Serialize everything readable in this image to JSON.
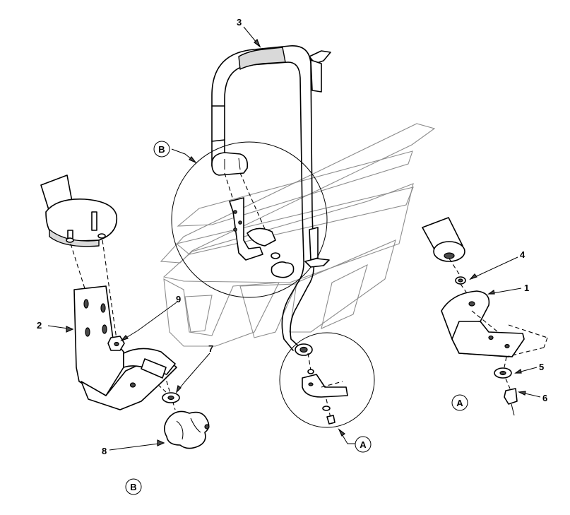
{
  "diagram": {
    "callouts": {
      "c1": "1",
      "c2": "2",
      "c3": "3",
      "c4": "4",
      "c5": "5",
      "c6": "6",
      "c7": "7",
      "c8": "8",
      "c9": "9"
    },
    "detail_refs": {
      "b_top": "B",
      "b_bottom": "B",
      "a_pointer": "A",
      "a_detail": "A"
    },
    "colors": {
      "line": "#000000",
      "watermark": "#8c8c8c",
      "shading": "#d9d9d9"
    }
  }
}
